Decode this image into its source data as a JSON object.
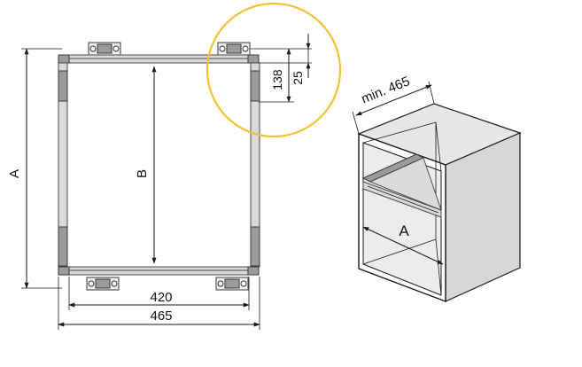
{
  "colors": {
    "highlight_circle": "#F2C230",
    "frame_fill": "#D9DADB",
    "frame_dark": "#9A9B9D",
    "line": "#1A1A1A"
  },
  "front_view": {
    "label_A": "A",
    "label_B": "B",
    "dim_420": "420",
    "dim_465": "465",
    "dim_138": "138",
    "dim_25": "25"
  },
  "cabinet_view": {
    "label_min": "min. 465",
    "label_A": "A"
  }
}
